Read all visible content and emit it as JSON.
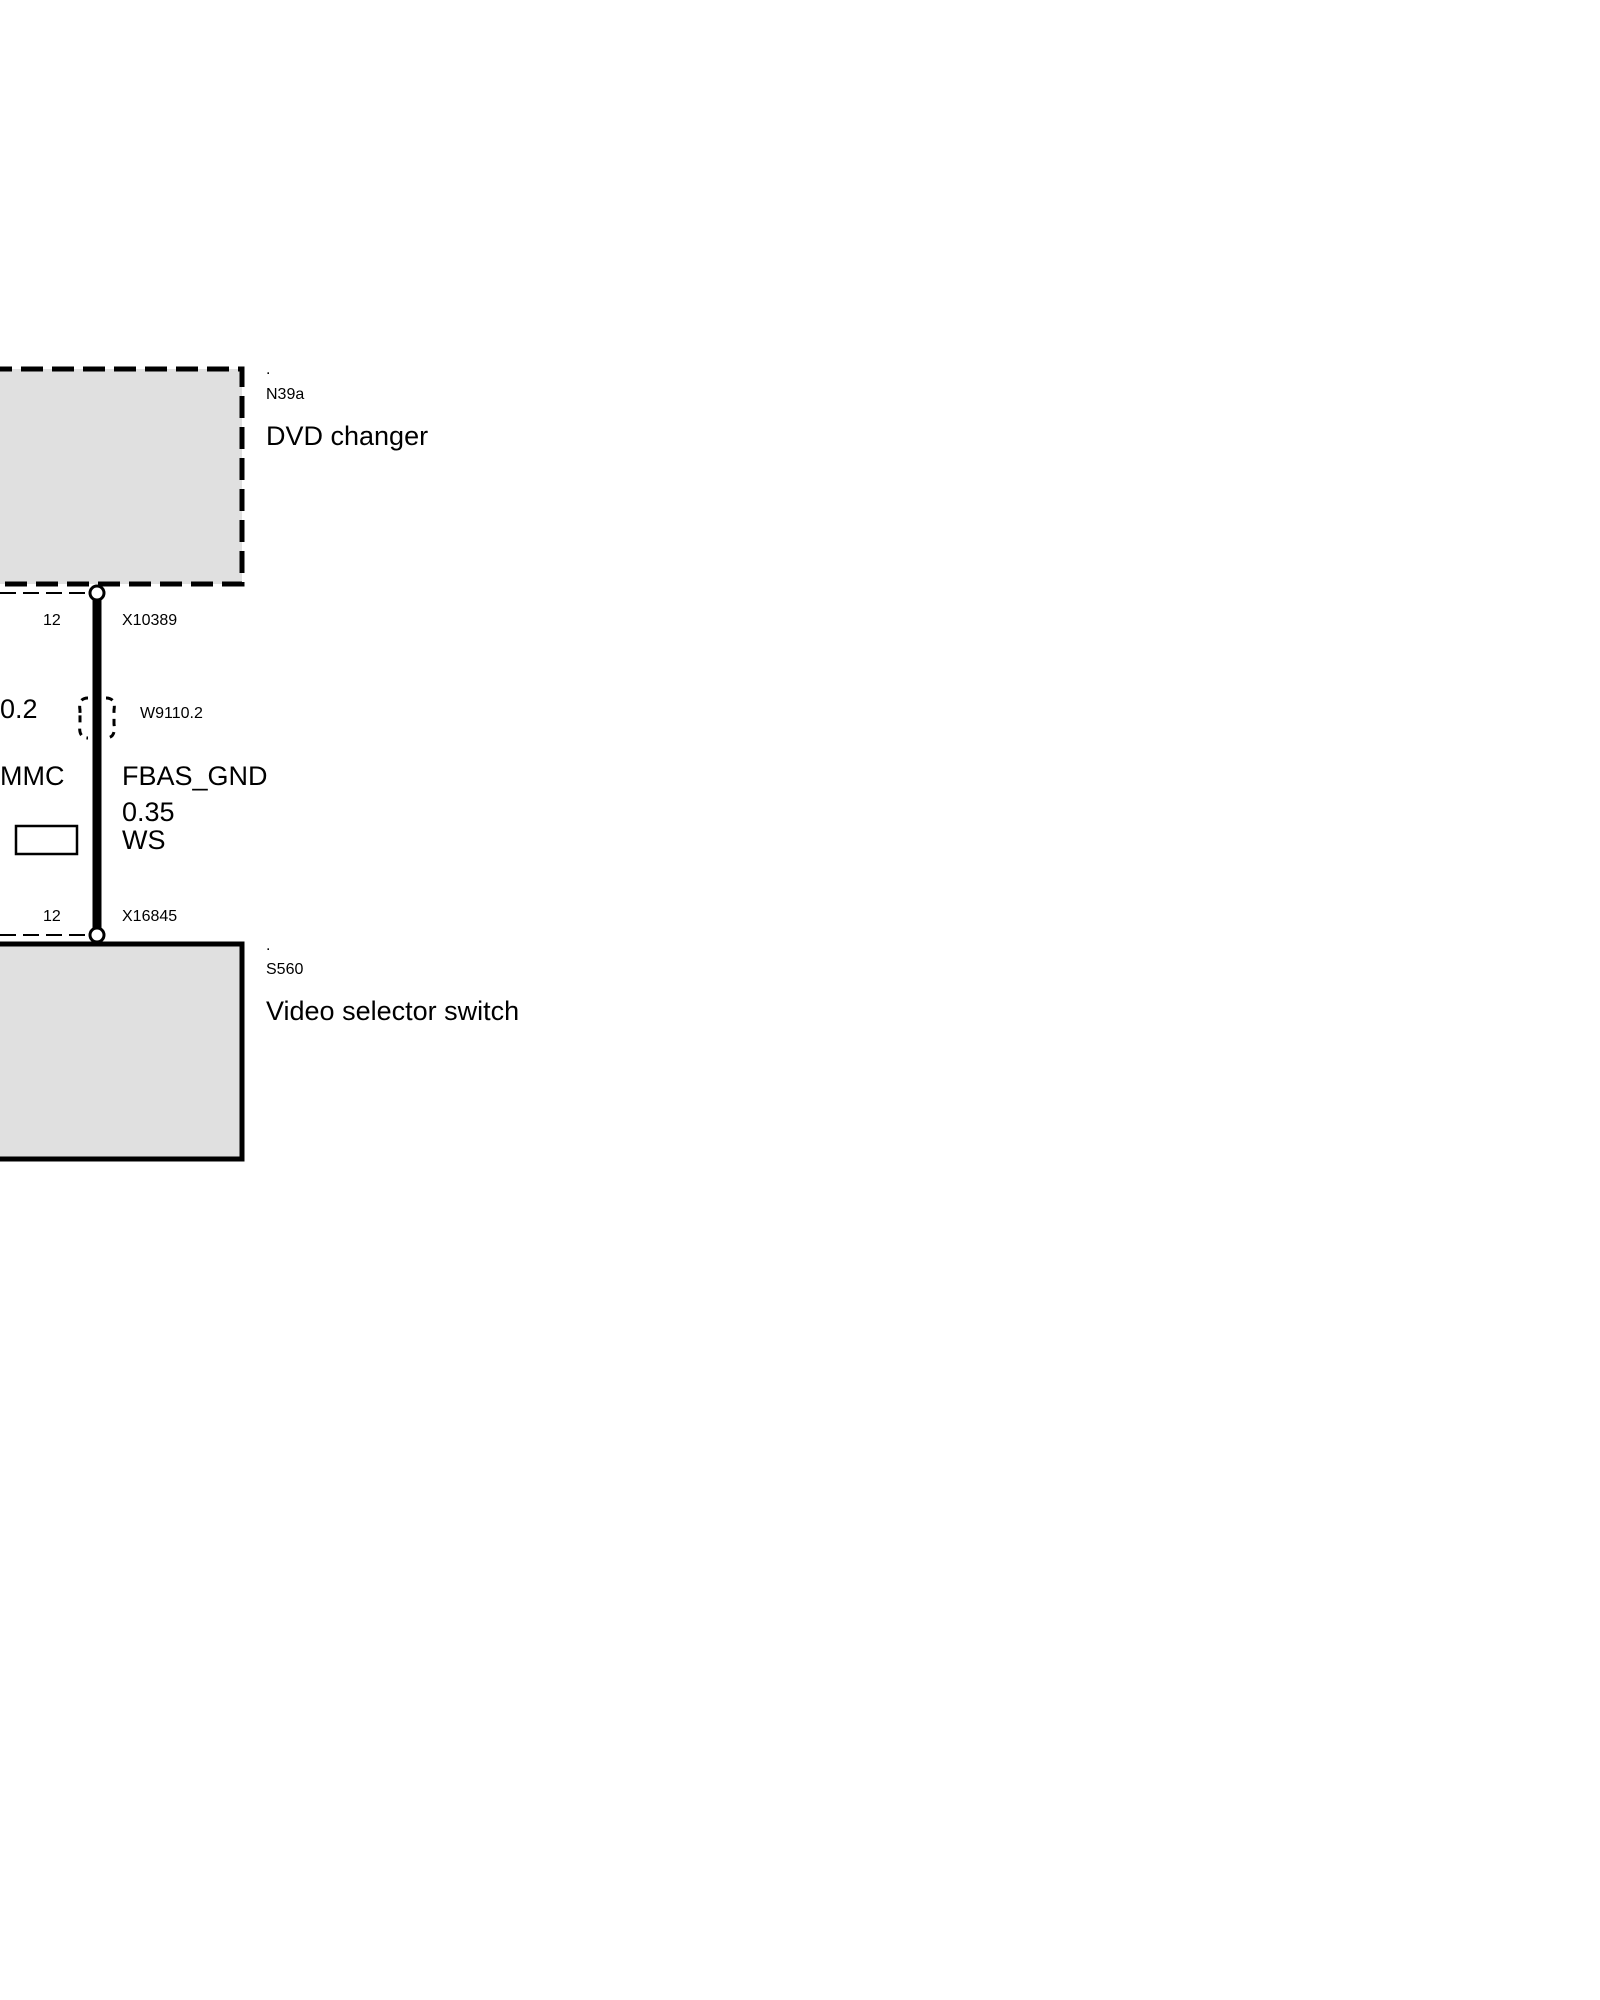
{
  "colors": {
    "component_fill": "#e0e0e0",
    "line": "#000000",
    "background": "#ffffff"
  },
  "components": {
    "dvd_changer": {
      "marker": ".",
      "code": "N39a",
      "name": "DVD changer",
      "outline": "dashed"
    },
    "video_selector_switch": {
      "marker": ".",
      "code": "S560",
      "name": "Video selector switch",
      "outline": "solid"
    }
  },
  "connectors": {
    "top": {
      "pin": "12",
      "id": "X10389"
    },
    "bottom": {
      "pin": "12",
      "id": "X16845"
    }
  },
  "harness": {
    "id": "W9110.2"
  },
  "wire": {
    "signal": "FBAS_GND",
    "cross_section": "0.35",
    "color": "WS"
  },
  "adjacent_wire": {
    "cross_section_partial": "0.2",
    "signal_partial": "MMC"
  }
}
